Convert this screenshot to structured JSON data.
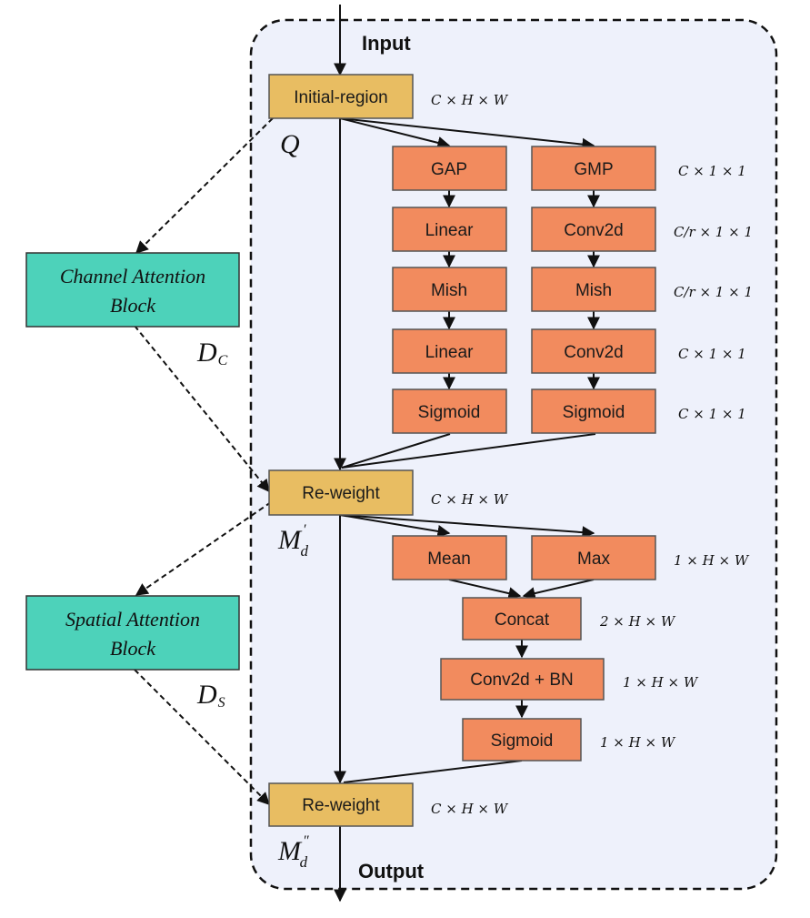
{
  "labels": {
    "input": "Input",
    "output": "Output",
    "initial_region": "Initial-region",
    "reweight_1": "Re-weight",
    "reweight_2": "Re-weight",
    "sym_q": "Q",
    "sym_m1_base": "M",
    "sym_m1_sup": "′",
    "sym_m1_sub": "d",
    "sym_m2_base": "M",
    "sym_m2_sup": "″",
    "sym_m2_sub": "d",
    "sym_dc_base": "D",
    "sym_dc_sub": "C",
    "sym_ds_base": "D",
    "sym_ds_sub": "S"
  },
  "side_blocks": {
    "channel_line1": "Channel Attention",
    "channel_line2": "Block",
    "spatial_line1": "Spatial Attention",
    "spatial_line2": "Block"
  },
  "channel_branch": {
    "left": [
      "GAP",
      "Linear",
      "Mish",
      "Linear",
      "Sigmoid"
    ],
    "right": [
      "GMP",
      "Conv2d",
      "Mish",
      "Conv2d",
      "Sigmoid"
    ],
    "dims": [
      "C × 1 × 1",
      "C/r × 1 × 1",
      "C/r × 1 × 1",
      "C × 1 × 1",
      "C × 1 × 1"
    ]
  },
  "spatial_branch": {
    "mean": "Mean",
    "max": "Max",
    "concat": "Concat",
    "conv": "Conv2d + BN",
    "sigmoid": "Sigmoid",
    "dim_meanmax": "1 × H × W",
    "dim_concat": "2 × H × W",
    "dim_conv": "1 × H × W",
    "dim_sigmoid": "1 × H × W"
  },
  "main_dims": {
    "initial": "C × H × W",
    "reweight_1": "C × H × W",
    "reweight_2": "C × H × W"
  },
  "colors": {
    "orange": "#F28B5E",
    "gold": "#E8BD62",
    "teal": "#4DD2BA",
    "panel": "#EEF1FB"
  }
}
